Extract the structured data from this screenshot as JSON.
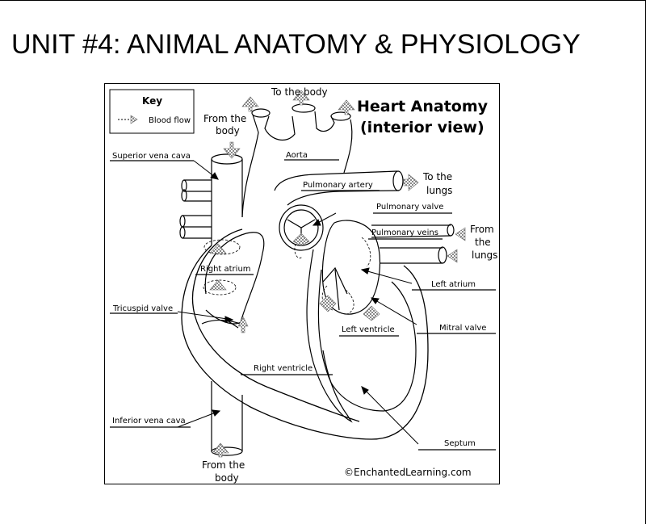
{
  "slide": {
    "title": "UNIT #4: ANIMAL ANATOMY & PHYSIOLOGY"
  },
  "diagram": {
    "title_line1": "Heart Anatomy",
    "title_line2": "(interior view)",
    "key": {
      "heading": "Key",
      "item": "Blood flow"
    },
    "labels": {
      "superior_vena_cava": "Superior vena cava",
      "aorta": "Aorta",
      "pulmonary_artery": "Pulmonary artery",
      "pulmonary_valve": "Pulmonary valve",
      "pulmonary_veins": "Pulmonary veins",
      "right_atrium": "Right atrium",
      "left_atrium": "Left atrium",
      "tricuspid_valve": "Tricuspid valve",
      "mitral_valve": "Mitral valve",
      "left_ventricle": "Left ventricle",
      "right_ventricle": "Right ventricle",
      "inferior_vena_cava": "Inferior vena cava",
      "septum": "Septum"
    },
    "flow_notes": {
      "to_the_body_top": "To the body",
      "from_the_body_top_1": "From the",
      "from_the_body_top_2": "body",
      "to_the_lungs_1": "To the",
      "to_the_lungs_2": "lungs",
      "from_the_lungs_1": "From",
      "from_the_lungs_2": "the",
      "from_the_lungs_3": "lungs",
      "from_the_body_bottom_1": "From the",
      "from_the_body_bottom_2": "body"
    },
    "credit": "©EnchantedLearning.com"
  },
  "colors": {
    "line": "#000000",
    "flow_arrow": "#999999",
    "background": "#ffffff"
  }
}
